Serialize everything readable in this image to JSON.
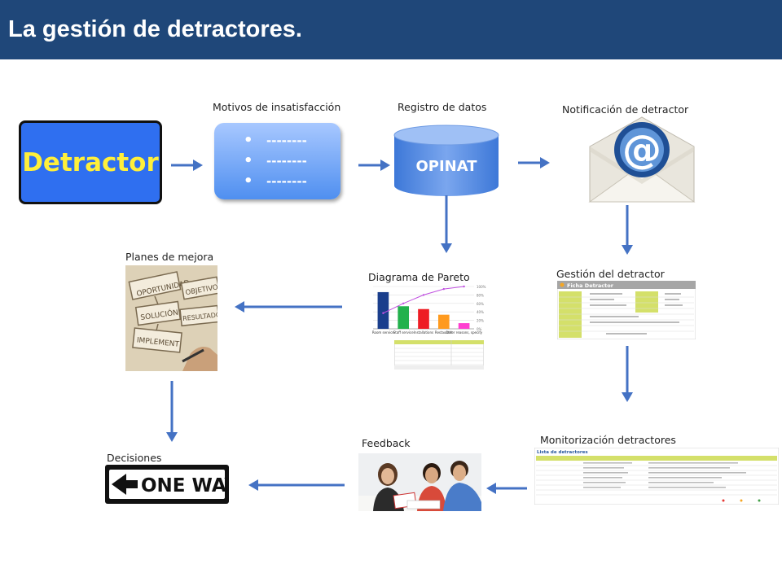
{
  "header": {
    "title": "La gestión de detractores."
  },
  "labels": {
    "motivos": "Motivos de insatisfacción",
    "registro": "Registro de datos",
    "notificacion": "Notificación de detractor",
    "planes": "Planes de mejora",
    "pareto": "Diagrama de Pareto",
    "gestion": "Gestión del detractor",
    "decisiones": "Decisiones",
    "feedback": "Feedback",
    "monitorizacion": "Monitorización detractores"
  },
  "detractor": {
    "label": "Detractor"
  },
  "motivos": {
    "items": [
      "--------",
      "--------",
      "--------"
    ]
  },
  "database": {
    "label": "OPINAT"
  },
  "sign": {
    "text": "ONE WAY"
  },
  "plan_words": {
    "w1": "OPORTUNIDAD",
    "w2": "OBJETIVOS",
    "w3": "SOLUCIÓN",
    "w4": "RESULTADOS",
    "w5": "IMPLEMENT"
  },
  "ficha": {
    "title": "Ficha Detractor"
  },
  "lista": {
    "title": "Lista de detractores"
  },
  "colors": {
    "header": "#1f4779",
    "accent_blue": "#2f6ff0",
    "detractor_text": "#ffef3a",
    "arrow": "#4472c4",
    "pareto_line": "#c050e0"
  },
  "chart_data": {
    "type": "bar",
    "categories": [
      "Room service",
      "Staff service",
      "Installations",
      "Restaurant",
      "Other reasons, specify"
    ],
    "values": [
      26,
      16,
      14,
      10,
      4
    ],
    "bar_colors": [
      "#1a3e8c",
      "#22b14c",
      "#ee1c24",
      "#ff9a1e",
      "#ff3fd0"
    ],
    "cumulative_pct": [
      37,
      60,
      80,
      94,
      100
    ],
    "title": "",
    "xlabel": "",
    "ylabel": "",
    "ylim": [
      0,
      30
    ],
    "y2lim": [
      0,
      100
    ]
  }
}
